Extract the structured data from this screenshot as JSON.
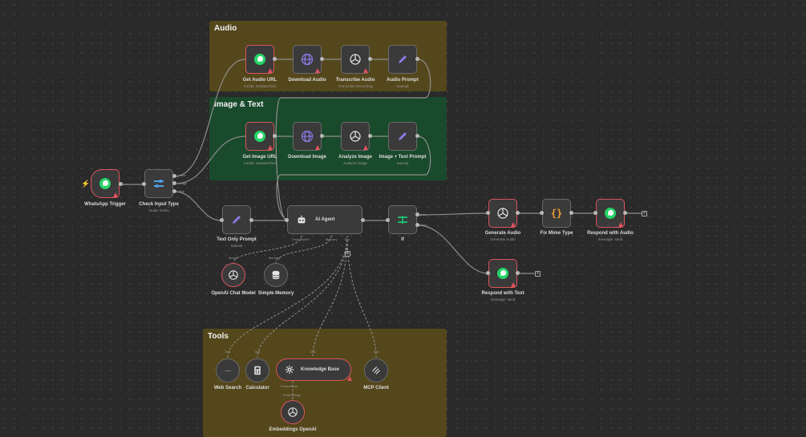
{
  "colors": {
    "canvas": "#2a2a2a",
    "sticky_yellow": "#54471b",
    "sticky_green": "#1a4a2c",
    "error_border": "#d9555c",
    "wire": "#8d8d8d",
    "wire_dashed": "#8d8d8d"
  },
  "stickies": {
    "audio": "Audio",
    "image_text": "Image & Text",
    "tools": "Tools"
  },
  "nodes": {
    "whatsapp_trigger": {
      "label": "WhatsApp Trigger",
      "icon": "whatsapp-icon"
    },
    "check_input_type": {
      "label": "Check Input Type",
      "sub": "mode: Rules",
      "icon": "switch-icon",
      "outputs": [
        "Voice",
        "Image",
        "Text"
      ]
    },
    "get_audio_url": {
      "label": "Get Audio URL",
      "sub": "media: mediaUrlGet",
      "icon": "whatsapp-icon"
    },
    "download_audio": {
      "label": "Download Audio",
      "icon": "globe-icon"
    },
    "transcribe_audio": {
      "label": "Transcribe Audio",
      "sub": "Transcribe Recording",
      "icon": "openai-icon"
    },
    "audio_prompt": {
      "label": "Audio Prompt",
      "sub": "manual",
      "icon": "pencil-icon"
    },
    "get_image_url": {
      "label": "Get Image URL",
      "sub": "media: mediaUrlGet",
      "icon": "whatsapp-icon"
    },
    "download_image": {
      "label": "Download Image",
      "icon": "globe-icon"
    },
    "analyze_image": {
      "label": "Analyze Image",
      "sub": "Analyze image",
      "icon": "openai-icon"
    },
    "image_text_prompt": {
      "label": "Image + Text Prompt",
      "sub": "manual",
      "icon": "pencil-icon"
    },
    "text_only_prompt": {
      "label": "Text Only Prompt",
      "sub": "manual",
      "icon": "pencil-icon"
    },
    "ai_agent": {
      "label": "AI Agent",
      "icon": "robot-icon",
      "ports": [
        "Chat Model*",
        "Memory",
        "Tool"
      ]
    },
    "if": {
      "label": "If",
      "icon": "if-icon",
      "outputs": [
        "true",
        "false"
      ]
    },
    "generate_audio": {
      "label": "Generate Audio",
      "sub": "Generate Audio",
      "icon": "openai-icon"
    },
    "fix_mime_type": {
      "label": "Fix Mime Type",
      "icon": "code-braces-icon"
    },
    "respond_with_audio": {
      "label": "Respond with Audio",
      "sub": "message: send",
      "icon": "whatsapp-icon"
    },
    "respond_with_text": {
      "label": "Respond with Text",
      "sub": "message: send",
      "icon": "whatsapp-icon"
    },
    "openai_chat_model": {
      "label": "OpenAI Chat Model",
      "port": "Model",
      "icon": "openai-icon"
    },
    "simple_memory": {
      "label": "Simple Memory",
      "port": "Memory",
      "icon": "database-icon"
    },
    "web_search": {
      "label": "Web Search",
      "port": "Tool",
      "icon": "search-icon"
    },
    "calculator": {
      "label": "Calculator",
      "port": "Tool",
      "icon": "calculator-icon"
    },
    "knowledge_base": {
      "label": "Knowledge Base",
      "port": "Tool",
      "embedding_port": "Embedding*",
      "icon": "vector-store-icon"
    },
    "mcp_client": {
      "label": "MCP Client",
      "port": "Tool",
      "icon": "mcp-icon"
    },
    "embeddings_openai": {
      "label": "Embeddings OpenAI",
      "port": "Embeddings",
      "icon": "openai-icon"
    }
  }
}
